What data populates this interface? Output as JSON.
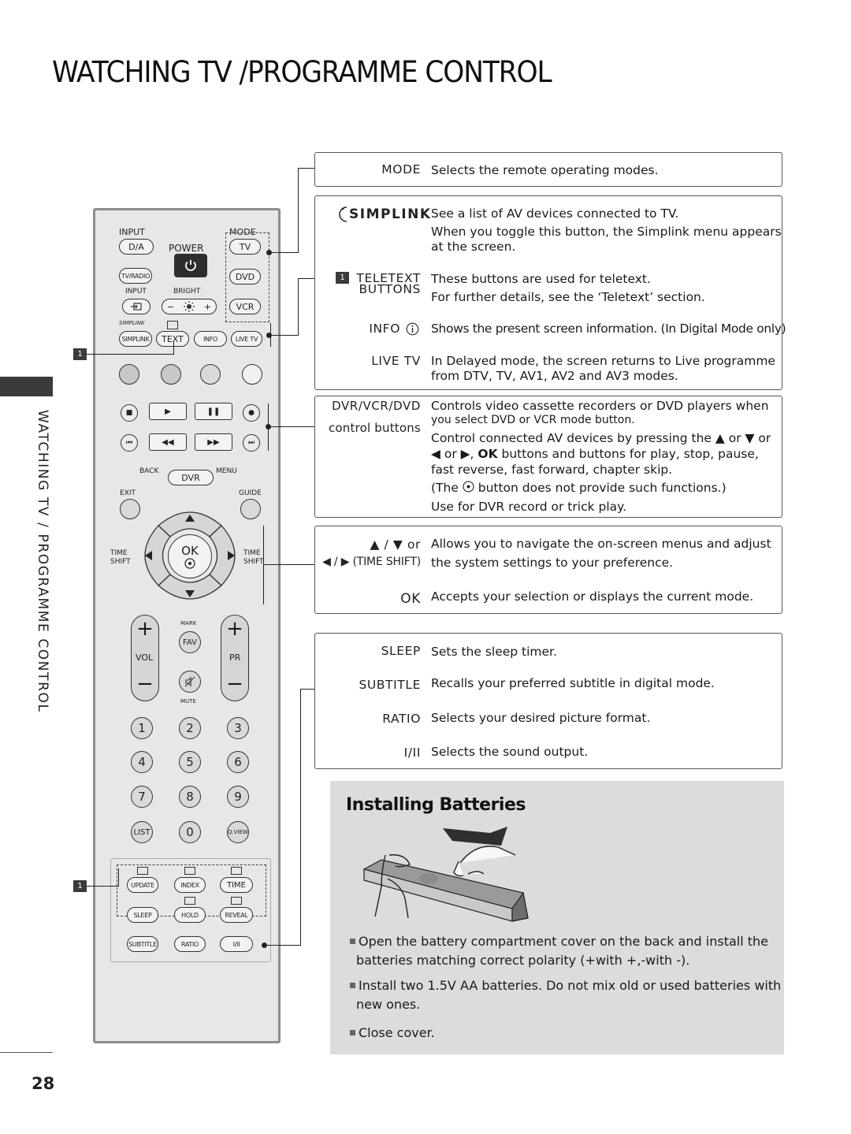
{
  "page": {
    "title": "WATCHING TV /PROGRAMME CONTROL",
    "side_label": "WATCHING TV / PROGRAMME CONTROL",
    "page_number": "28"
  },
  "remote": {
    "input": "INPUT",
    "mode": "MODE",
    "da": "D/A",
    "power": "POWER",
    "tv": "TV",
    "tvradio": "TV/RADIO",
    "dvd": "DVD",
    "input2": "INPUT",
    "bright": "BRIGHT",
    "vcr": "VCR",
    "simplink_small": "SIMPLINK",
    "simplink": "SIMPLINK",
    "text": "TEXT",
    "info": "INFO",
    "livetv": "LIVE TV",
    "back": "BACK",
    "dvr": "DVR",
    "menu": "MENU",
    "exit": "EXIT",
    "guide": "GUIDE",
    "time": "TIME",
    "shift": "SHIFT",
    "ok": "OK",
    "mark": "MARK",
    "fav": "FAV",
    "vol": "VOL",
    "pr": "PR",
    "mute": "MUTE",
    "digits": [
      "1",
      "2",
      "3",
      "4",
      "5",
      "6",
      "7",
      "8",
      "9"
    ],
    "list": "LIST",
    "zero": "0",
    "qview": "Q.VIEW",
    "update": "UPDATE",
    "index": "INDEX",
    "time_btn": "TIME",
    "sleep": "SLEEP",
    "hold": "HOLD",
    "reveal": "REVEAL",
    "subtitle": "SUBTITLE",
    "ratio": "RATIO",
    "i_ii": "I/II",
    "callout_1": "1"
  },
  "descriptions": {
    "mode": {
      "label": "MODE",
      "text": "Selects the remote operating modes."
    },
    "simplink": {
      "label": "SIMPLINK",
      "lines": [
        "See a list of AV devices connected to TV.",
        "When you toggle this button, the Simplink menu appears",
        "at the screen."
      ]
    },
    "teletext": {
      "badge": "1",
      "label_1": "TELETEXT",
      "label_2": "BUTTONS",
      "lines": [
        "These buttons are used for teletext.",
        "For further details, see the ‘Teletext’ section."
      ]
    },
    "info": {
      "label": "INFO",
      "text": "Shows the present screen information. (In Digital Mode only)"
    },
    "livetv": {
      "label": "LIVE TV",
      "lines": [
        "In Delayed mode, the screen returns to Live programme",
        "from DTV, TV, AV1, AV2 and AV3 modes."
      ]
    },
    "dvr_vcr_dvd": {
      "label_1": "DVR/VCR/DVD",
      "label_2": "control buttons",
      "line_1": "Controls video cassette recorders or DVD players when",
      "line_2": "you select DVD or VCR mode button.",
      "line_3": "Control connected AV devices by pressing the ▲ or ▼ or",
      "line_4_a": "◀ or ▶, ",
      "line_4_ok": "OK",
      "line_4_b": " buttons and buttons for play, stop, pause,",
      "line_5": "fast reverse, fast forward, chapter skip.",
      "line_6_a": "(The ",
      "line_6_b": " button does not provide such functions.)",
      "line_7": "Use for DVR record or trick play."
    },
    "navigation": {
      "label_1": "▲ / ▼ or",
      "label_2": "◀ / ▶ (TIME SHIFT)",
      "lines": [
        "Allows you to navigate the on-screen menus and adjust",
        "the system settings to your preference."
      ],
      "ok_label": "OK",
      "ok_text": "Accepts your selection or displays the current mode."
    },
    "sleep": {
      "label": "SLEEP",
      "text": "Sets the sleep timer."
    },
    "subtitle": {
      "label": "SUBTITLE",
      "text": "Recalls your preferred subtitle in digital mode."
    },
    "ratio": {
      "label": "RATIO",
      "text": "Selects your desired picture format."
    },
    "i_ii": {
      "label": "I/II",
      "text": "Selects the sound output."
    }
  },
  "batteries": {
    "title": "Installing Batteries",
    "step_1": [
      "Open the battery compartment cover on the back and install the",
      "batteries matching correct polarity (+with +,-with -)."
    ],
    "step_2": [
      "Install two 1.5V AA batteries. Do not mix old or used batteries with",
      "new ones."
    ],
    "step_3": "Close cover."
  }
}
